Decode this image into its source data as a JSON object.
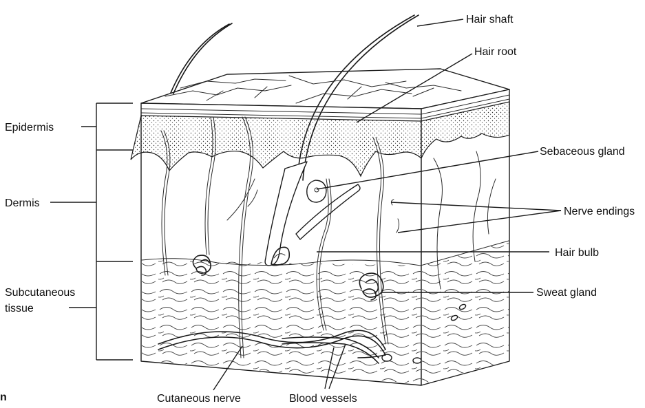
{
  "labels": {
    "epidermis": "Epidermis",
    "dermis": "Dermis",
    "subcutaneous_line1": "Subcutaneous",
    "subcutaneous_line2": "tissue",
    "hair_shaft": "Hair shaft",
    "hair_root": "Hair root",
    "sebaceous_gland": "Sebaceous gland",
    "nerve_endings": "Nerve endings",
    "hair_bulb": "Hair bulb",
    "sweat_gland": "Sweat gland",
    "cutaneous_nerve": "Cutaneous nerve",
    "blood_vessels": "Blood vessels",
    "corner_fragment": "n"
  },
  "colors": {
    "ink": "#1a1a1a",
    "background": "#ffffff"
  }
}
